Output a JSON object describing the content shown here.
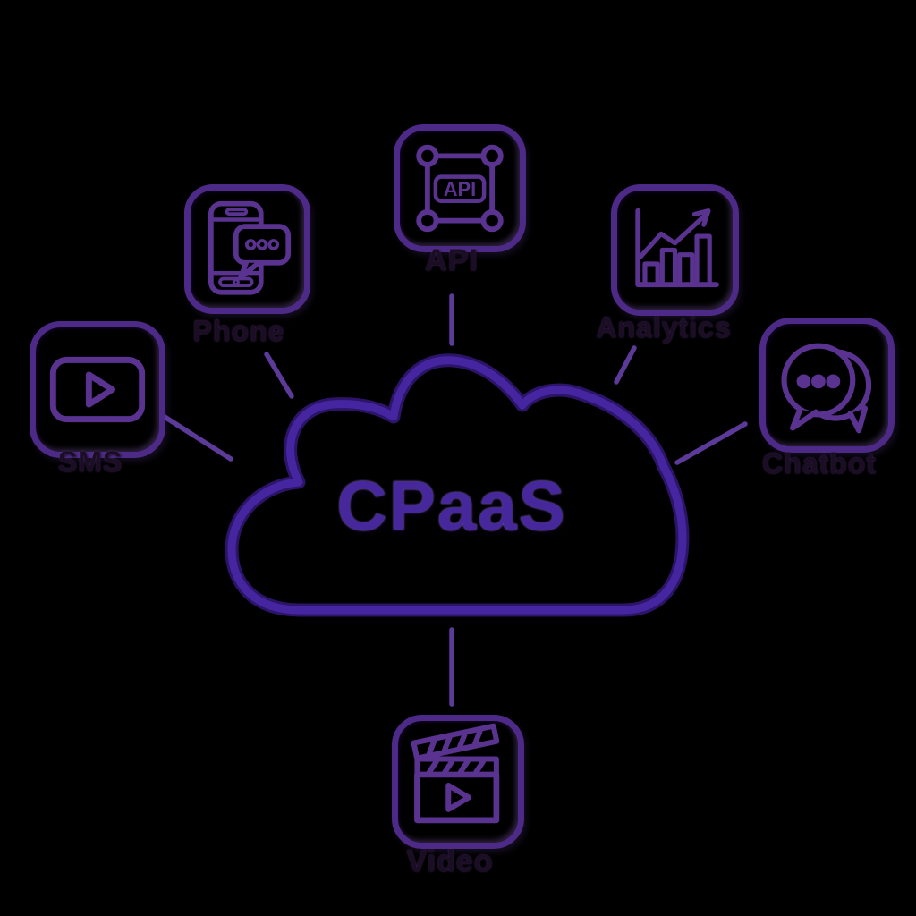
{
  "diagram": {
    "center": {
      "label": "CPaaS"
    },
    "colors": {
      "background": "#000000",
      "cloud_stroke": "#4526a0",
      "cloud_halo": "#2c1468",
      "card_border": "#4d2a87",
      "icon_stroke": "#5a3391",
      "connector": "#5c3a9a",
      "center_text": "#47289c",
      "label_text": "#1b0d23"
    },
    "nodes": [
      {
        "id": "api",
        "label": "API",
        "icon": "api-frame-icon",
        "icon_text": "API"
      },
      {
        "id": "phone",
        "label": "Phone",
        "icon": "smartphone-message-icon"
      },
      {
        "id": "sms",
        "label": "SMS",
        "icon": "media-play-icon"
      },
      {
        "id": "analytics",
        "label": "Analytics",
        "icon": "bar-chart-growth-icon"
      },
      {
        "id": "chatbot",
        "label": "Chatbot",
        "icon": "chat-bubbles-icon"
      },
      {
        "id": "video",
        "label": "Video",
        "icon": "clapperboard-play-icon"
      }
    ]
  }
}
